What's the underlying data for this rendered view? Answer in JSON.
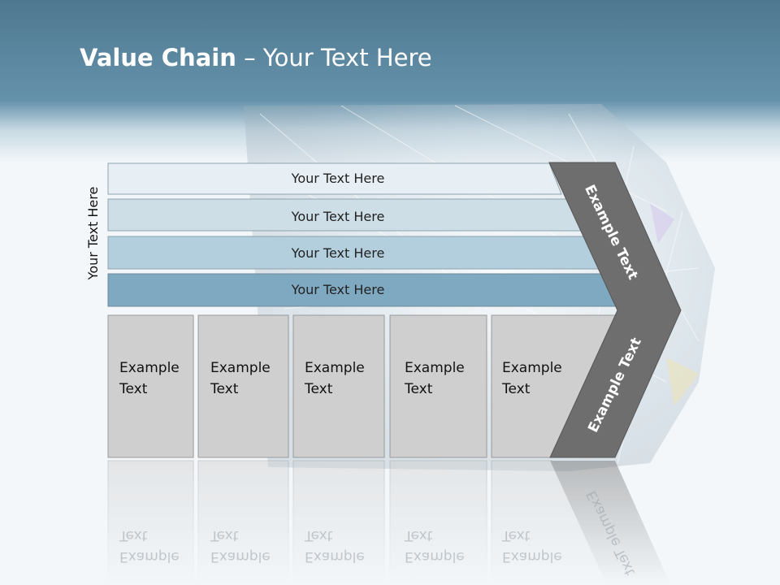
{
  "title": {
    "bold": "Value Chain",
    "rest": " – Your Text Here"
  },
  "side_label": "Your Text Here",
  "rows": [
    {
      "label": "Your Text Here",
      "color": "#e7eff4"
    },
    {
      "label": "Your Text Here",
      "color": "#cddee7"
    },
    {
      "label": "Your Text Here",
      "color": "#b3cfdd"
    },
    {
      "label": "Your Text Here",
      "color": "#7fa9c0"
    }
  ],
  "columns": [
    {
      "line1": "Example",
      "line2": "Text"
    },
    {
      "line1": "Example",
      "line2": "Text"
    },
    {
      "line1": "Example",
      "line2": "Text"
    },
    {
      "line1": "Example",
      "line2": "Text"
    },
    {
      "line1": "Example",
      "line2": "Text"
    }
  ],
  "arrow": {
    "upper": "Example Text",
    "lower": "Example Text"
  },
  "colors": {
    "header": "#5f8ca5",
    "column_fill": "#cfcfcf",
    "arrow_fill": "#6e6e6e",
    "background": "#f3f7fa"
  }
}
